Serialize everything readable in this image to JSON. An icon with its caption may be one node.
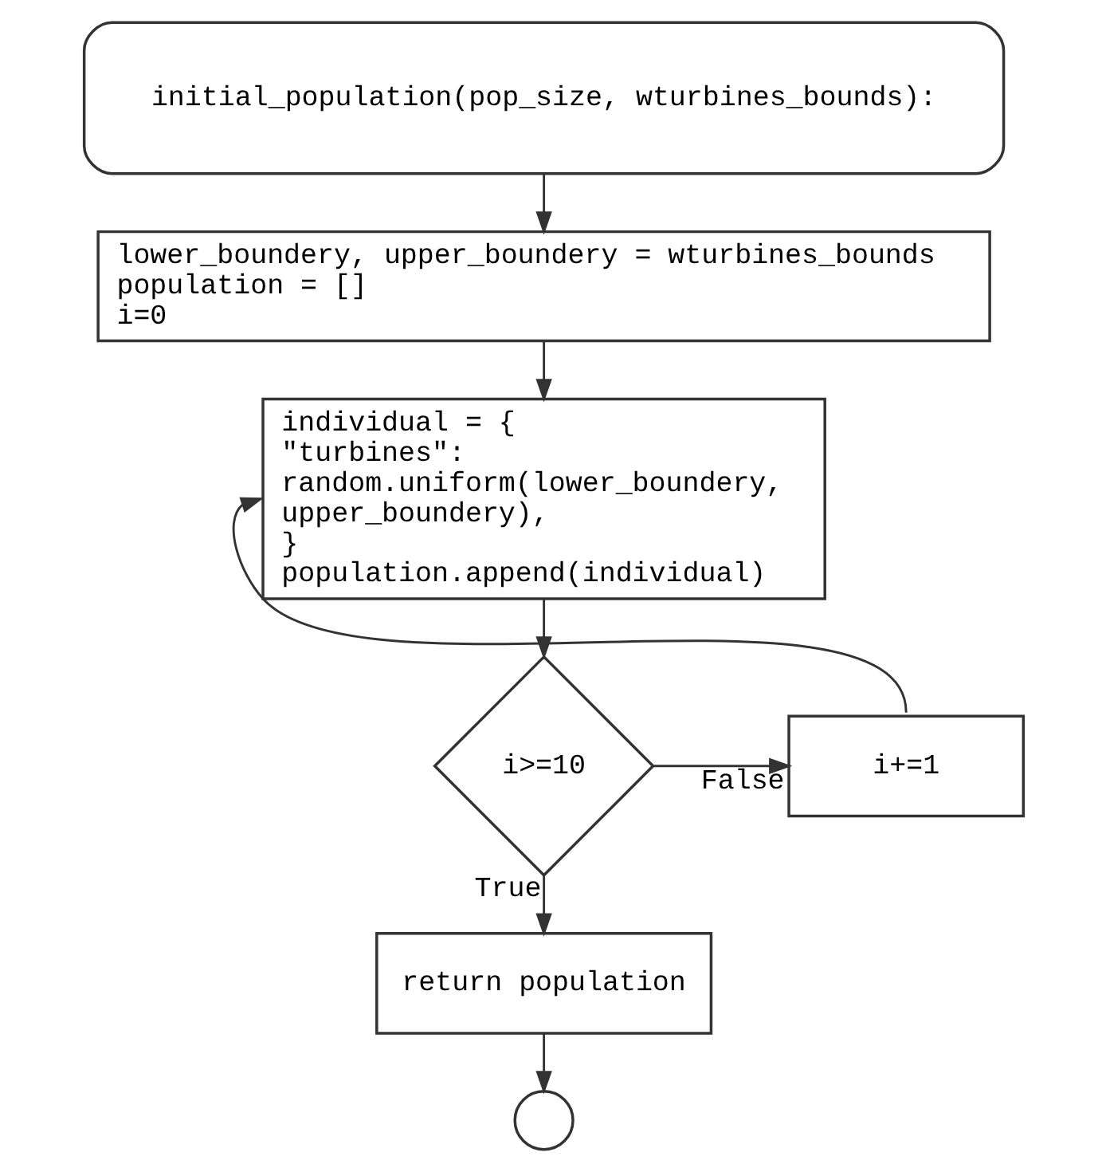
{
  "diagram": {
    "nodes": [
      {
        "text": [
          "initial_population(pop_size, wturbines_bounds):"
        ]
      },
      {
        "text": [
          "lower_boundery, upper_boundery = wturbines_bounds",
          "population = []",
          "i=0"
        ]
      },
      {
        "text": [
          "individual = {",
          "\"turbines\":",
          "random.uniform(lower_boundery,",
          "upper_boundery),",
          "}",
          "population.append(individual)"
        ]
      },
      {
        "text": [
          "i>=10"
        ]
      },
      {
        "text": [
          "i+=1"
        ]
      },
      {
        "text": [
          "return population"
        ]
      },
      {
        "text": [],
        "shape": "circle"
      }
    ],
    "edges": [
      {
        "from": 0,
        "to": 1,
        "arrow": "to"
      },
      {
        "from": 1,
        "to": 2,
        "arrow": "to"
      },
      {
        "from": 2,
        "to": 3,
        "arrow": "to"
      },
      {
        "from": 3,
        "to": 4,
        "arrow": "to",
        "label": "False"
      },
      {
        "from": 4,
        "to": 2,
        "arrow": "to"
      },
      {
        "from": 3,
        "to": 5,
        "arrow": "to",
        "label": "True"
      },
      {
        "from": 5,
        "to": 6,
        "arrow": "to"
      }
    ]
  }
}
